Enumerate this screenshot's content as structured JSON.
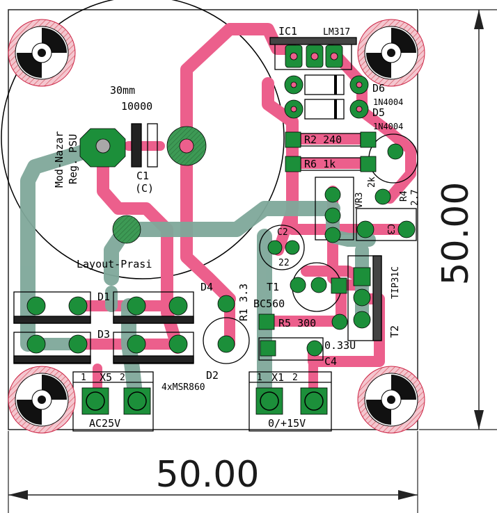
{
  "board": {
    "labels": {
      "ic1": "IC1",
      "ic1_type": "LM317",
      "d6": "D6",
      "d5": "D5",
      "d5_type": "1N4004",
      "d6_type": "1N4004",
      "cap_size": "30mm",
      "cap_value": "10000",
      "c1": "C1",
      "c1_alt": "(C)",
      "r2": "R2 240",
      "r6": "R6 1k",
      "vr3": "VR3",
      "vr3_val": "2k",
      "r4": "R4",
      "r4_val": "2.7",
      "c2": "C2",
      "c2_val": "22",
      "c3": "C3",
      "layout": "Layout-Prasi",
      "vertical_text_1": "Mod-Nazar",
      "vertical_text_2": "Reg. PSU",
      "d1": "D1",
      "d3": "D3",
      "d4": "D4",
      "d2": "D2",
      "r1": "R1 3.3",
      "t1": "T1",
      "t1_type": "BC560",
      "t2": "T2",
      "t2_type": "TIP31C",
      "r5": "R5 300",
      "c4": "C4",
      "c4_val": "0.33U",
      "x5": "X5",
      "x1": "X1",
      "x5_pin1": "1",
      "x5_pin2": "2",
      "x1_pin1": "1",
      "x1_pin2": "2",
      "x5_name": "AC25V",
      "x1_name": "0/+15V",
      "diode_array": "4xMSR860"
    },
    "dimensions": {
      "width_label": "50.00",
      "height_label": "50.00"
    },
    "colors": {
      "top_trace": "#ec5f8c",
      "bottom_trace": "#7fa89a",
      "pad": "#1c8f3a",
      "outline": "#000000"
    }
  }
}
